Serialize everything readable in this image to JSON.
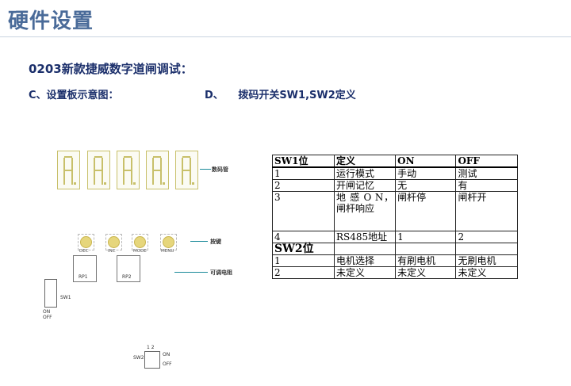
{
  "header": {
    "title": "硬件设置"
  },
  "subtitle": "0203新款捷威数字道闸调试：",
  "section_c": "C、设置板示意图：",
  "section_d": "D、 拨码开关SW1,SW2定义",
  "board": {
    "display_label": "数码管",
    "buttons_label": "按键",
    "pot_label": "可调电阻",
    "buttons": [
      "DEC",
      "INC",
      "MODE",
      "MENU"
    ],
    "pots": [
      "RP1",
      "RP2"
    ],
    "sw1_name": "SW1",
    "sw1_on": "ON",
    "sw1_off": "OFF",
    "sw2_name": "SW2",
    "sw2_pins": "1 2",
    "sw2_on": "ON",
    "sw2_off": "OFF"
  },
  "table": {
    "sw1_header": [
      "SW1位",
      "定义",
      "ON",
      "OFF"
    ],
    "sw1_rows": [
      [
        "1",
        "运行模式",
        "手动",
        "测试"
      ],
      [
        "2",
        "开闸记忆",
        "无",
        "有"
      ],
      [
        "3",
        "地 感 O N，闸杆响应",
        "闸杆停",
        "闸杆开"
      ],
      [
        "4",
        "RS485地址",
        "1",
        "2"
      ]
    ],
    "sw2_header": "SW2位",
    "sw2_rows": [
      [
        "1",
        "电机选择",
        "有刷电机",
        "无刷电机"
      ],
      [
        "2",
        "未定义",
        "未定义",
        "未定义"
      ]
    ]
  }
}
